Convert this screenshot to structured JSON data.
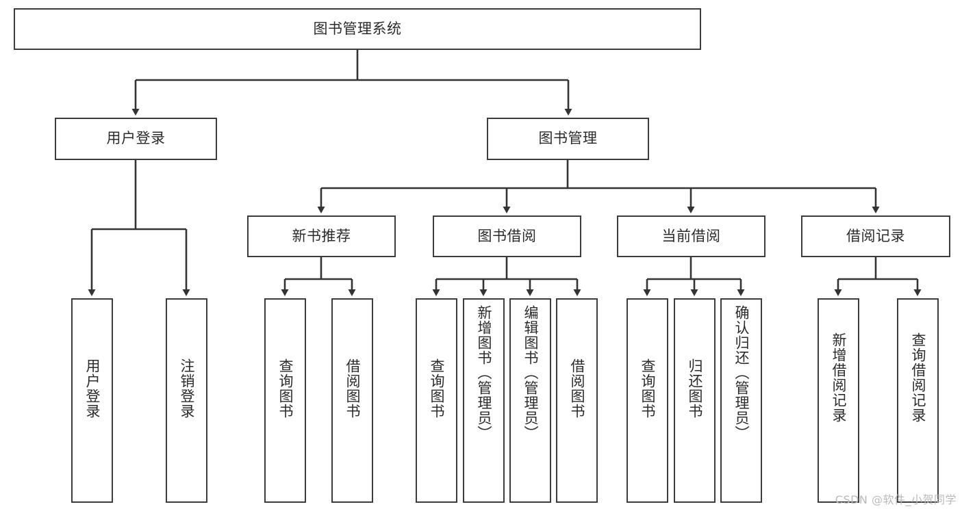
{
  "diagram": {
    "title": "图书管理系统",
    "type": "functional-hierarchy-tree",
    "watermark": "CSDN @软件_小贺同学",
    "colors": {
      "box_border": "#3c3c3c",
      "box_fill": "#ffffff",
      "connector": "#333333",
      "text": "#2b2b2b",
      "watermark": "#b9b9b9",
      "background": "#ffffff"
    },
    "root": {
      "label": "图书管理系统"
    },
    "level1": [
      {
        "label": "用户登录"
      },
      {
        "label": "图书管理"
      }
    ],
    "level2": [
      {
        "label": "新书推荐"
      },
      {
        "label": "图书借阅"
      },
      {
        "label": "当前借阅"
      },
      {
        "label": "借阅记录"
      }
    ],
    "leaves": {
      "user_login": [
        {
          "label": "用户登录"
        },
        {
          "label": "注销登录"
        }
      ],
      "new_book_recommend": [
        {
          "label": "查询图书"
        },
        {
          "label": "借阅图书"
        }
      ],
      "book_borrow": [
        {
          "label": "查询图书"
        },
        {
          "label": "新增图书（管理员）"
        },
        {
          "label": "编辑图书（管理员）"
        },
        {
          "label": "借阅图书"
        }
      ],
      "current_borrow": [
        {
          "label": "查询图书"
        },
        {
          "label": "归还图书"
        },
        {
          "label": "确认归还（管理员）"
        }
      ],
      "borrow_record": [
        {
          "label": "新增借阅记录"
        },
        {
          "label": "查询借阅记录"
        }
      ]
    }
  }
}
